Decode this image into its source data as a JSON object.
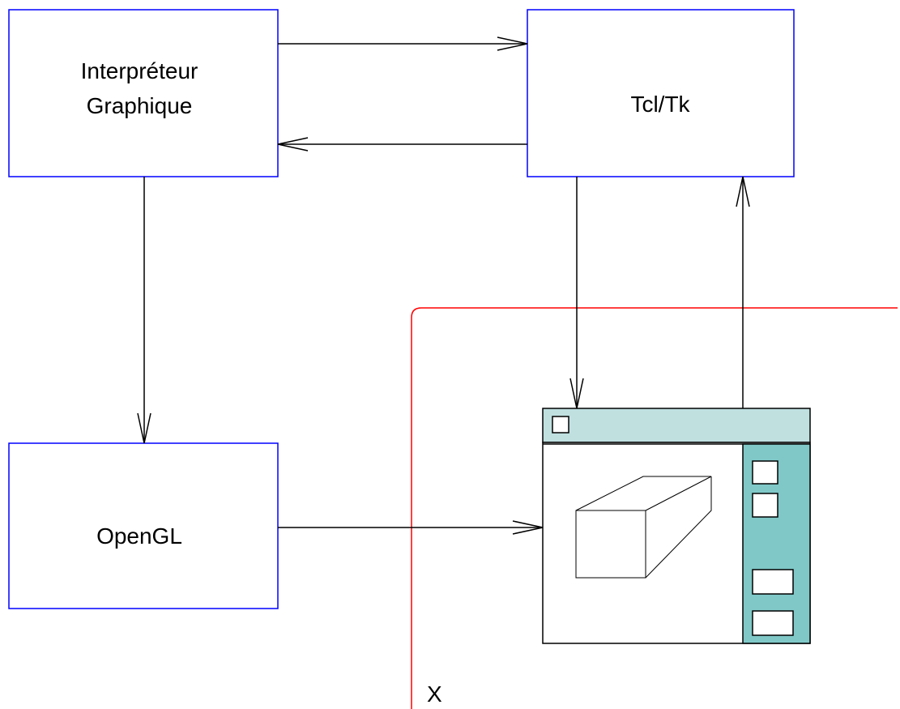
{
  "boxes": {
    "interpreter": {
      "line1": "Interpréteur",
      "line2": "Graphique"
    },
    "tcltk": {
      "label": "Tcl/Tk"
    },
    "opengl": {
      "label": "OpenGL"
    }
  },
  "region": {
    "label": "X"
  },
  "colors": {
    "box_border": "#0000ff",
    "region_border": "#ff0000",
    "window_titlebar": "#c0e0e0",
    "window_sidebar": "#80c8c8",
    "arrow": "#000000"
  },
  "icons": {
    "window": "application-window-icon",
    "cube": "3d-box-icon"
  }
}
